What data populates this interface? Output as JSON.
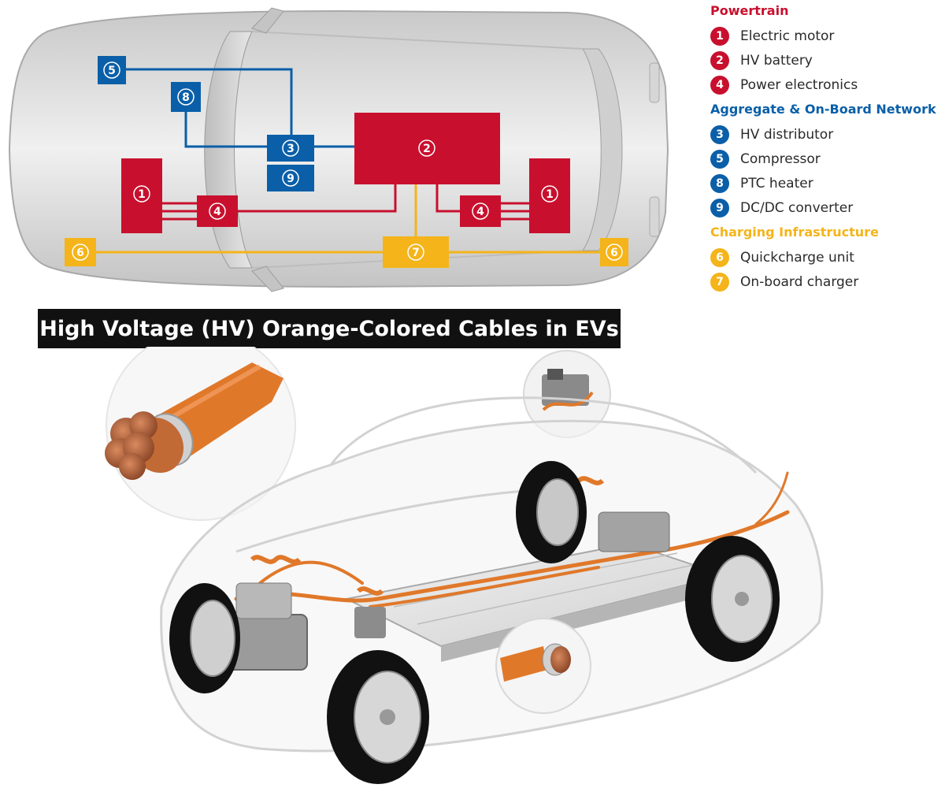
{
  "colors": {
    "red": "#c8102e",
    "blue": "#0a5fa8",
    "yellow": "#f4b41a",
    "car_body": "#d9d9d9",
    "banner_bg": "#111111",
    "cable_orange": "#e0782a",
    "copper": "#b5643c"
  },
  "legend": {
    "powertrain": {
      "title": "Powertrain",
      "color": "#c8102e",
      "items": [
        {
          "num": "1",
          "label": "Electric motor"
        },
        {
          "num": "2",
          "label": "HV battery"
        },
        {
          "num": "4",
          "label": "Power electronics"
        }
      ]
    },
    "aggregate": {
      "title": "Aggregate & On-Board Network",
      "color": "#0a5fa8",
      "items": [
        {
          "num": "3",
          "label": "HV distributor"
        },
        {
          "num": "5",
          "label": "Compressor"
        },
        {
          "num": "8",
          "label": "PTC heater"
        },
        {
          "num": "9",
          "label": "DC/DC converter"
        }
      ]
    },
    "charging": {
      "title": "Charging Infrastructure",
      "color": "#f4b41a",
      "items": [
        {
          "num": "6",
          "label": "Quickcharge unit"
        },
        {
          "num": "7",
          "label": "On-board charger"
        }
      ]
    }
  },
  "diagram": {
    "boxes": {
      "compressor": "5",
      "ptc_heater": "8",
      "hv_distributor": "3",
      "dcdc_converter": "9",
      "hv_battery": "2",
      "motor_front": "1",
      "motor_rear": "1",
      "power_electronics_front": "4",
      "power_electronics_rear": "4",
      "quickcharge_front": "6",
      "quickcharge_rear": "6",
      "onboard_charger": "7"
    }
  },
  "banner": {
    "title": "High Voltage (HV) Orange-Colored Cables in EVs"
  }
}
